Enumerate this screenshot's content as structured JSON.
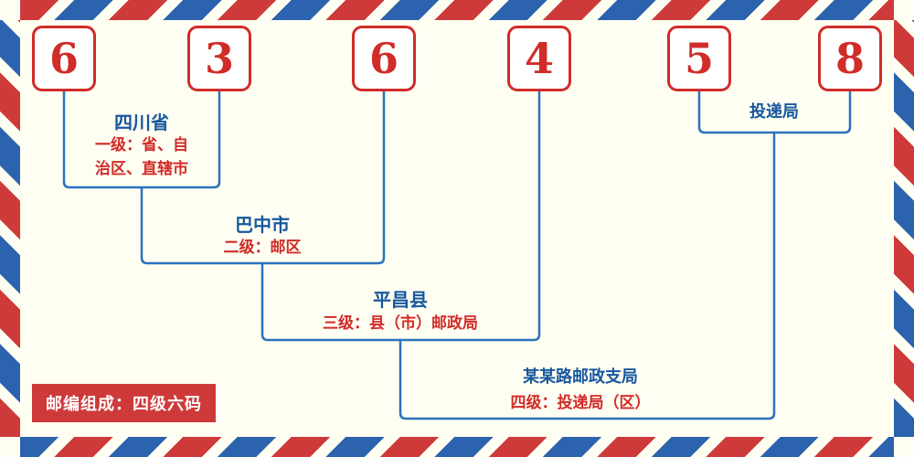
{
  "postal_code": {
    "digits": [
      "6",
      "3",
      "6",
      "4",
      "5",
      "8"
    ]
  },
  "levels": [
    {
      "name": "四川省",
      "desc_lines": [
        "一级：省、自",
        "治区、直辖市"
      ]
    },
    {
      "name": "巴中市",
      "desc": "二级：邮区"
    },
    {
      "name": "平昌县",
      "desc": "三级：县（市）邮政局"
    },
    {
      "name": "某某路邮政支局",
      "desc": "四级：投递局（区）"
    }
  ],
  "delivery": {
    "label": "投递局"
  },
  "footer": {
    "badge": "邮编组成：四级六码"
  },
  "colors": {
    "background": "#fffef2",
    "digit_red": "#d02c28",
    "label_blue": "#17589e",
    "line_blue": "#2a72bd",
    "desc_red": "#d02c28",
    "badge_bg": "#ce3a3a",
    "stripe_red": "#ce3a3a",
    "stripe_blue": "#2c63ae"
  }
}
